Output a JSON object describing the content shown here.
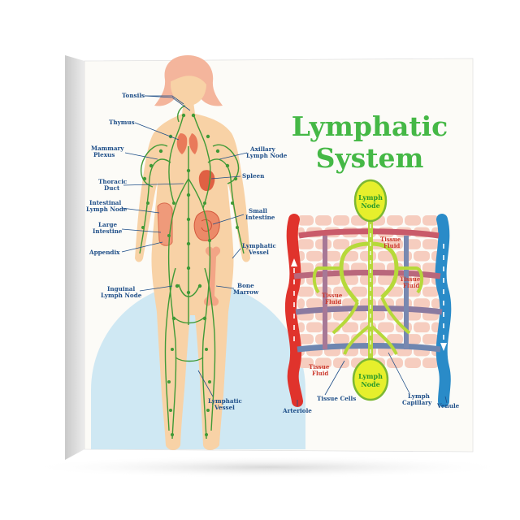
{
  "title": {
    "line1": "Lymphatic",
    "line2": "System"
  },
  "body_labels": {
    "tonsils": "Tonsils",
    "thymus": "Thymus",
    "mammary_plexus_1": "Mammary",
    "mammary_plexus_2": "Plexus",
    "thoracic_duct_1": "Thoracic",
    "thoracic_duct_2": "Duct",
    "intestinal_node_1": "Intestinal",
    "intestinal_node_2": "Lymph Node",
    "large_intestine_1": "Large",
    "large_intestine_2": "Intestine",
    "appendix": "Appendix",
    "inguinal_node_1": "Inguinal",
    "inguinal_node_2": "Lymph Node",
    "axillary_node_1": "Axillary",
    "axillary_node_2": "Lymph Node",
    "spleen": "Spleen",
    "small_intestine_1": "Small",
    "small_intestine_2": "Intestine",
    "lymphatic_vessel_1": "Lymphatic",
    "lymphatic_vessel_2": "Vessel",
    "bone_marrow_1": "Bone",
    "bone_marrow_2": "Marrow",
    "leg_vessel_1": "Lymphatic",
    "leg_vessel_2": "Vessel"
  },
  "tissue_labels": {
    "lymph_node_top_1": "Lymph",
    "lymph_node_top_2": "Node",
    "lymph_node_bottom_1": "Lymph",
    "lymph_node_bottom_2": "Node",
    "tissue_fluid_a_1": "Tissue",
    "tissue_fluid_a_2": "Fluid",
    "tissue_fluid_b_1": "Tissue",
    "tissue_fluid_b_2": "Fluid",
    "tissue_fluid_c_1": "Tissue",
    "tissue_fluid_c_2": "Fluid",
    "tissue_fluid_d_1": "Tissue",
    "tissue_fluid_d_2": "Fluid",
    "tissue_cells": "Tissue Cells",
    "lymph_capillary_1": "Lymph",
    "lymph_capillary_2": "Capillary",
    "arteriole": "Arteriole",
    "venule": "Venule"
  },
  "colors": {
    "title_green": "#45b846",
    "label_blue": "#1e4e88",
    "label_red": "#cc3a2e",
    "lymph_green": "#3f9a36",
    "skin": "#f8d2a6",
    "arteriole_red": "#e0332c",
    "venule_blue": "#2a8bc8",
    "node_yellow": "#e6ef2c"
  }
}
